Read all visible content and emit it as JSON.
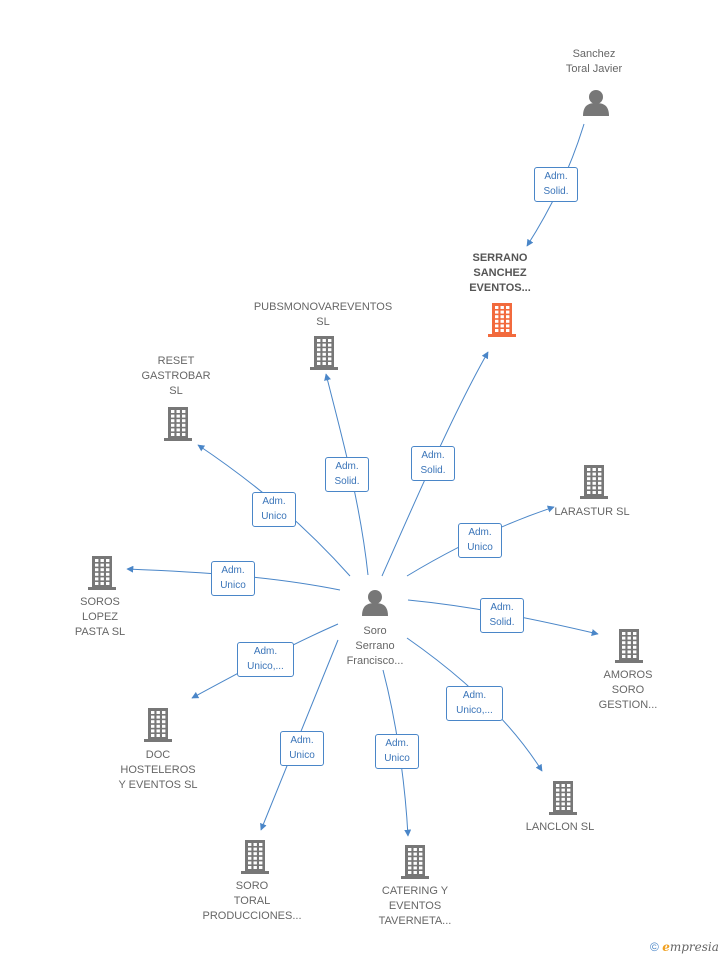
{
  "center": {
    "label": "Soro\nSerrano\nFrancisco..."
  },
  "companies": [
    {
      "id": "sanchez",
      "label": "Sanchez\nToral Javier",
      "kind": "person"
    },
    {
      "id": "serrano",
      "label": "SERRANO\nSANCHEZ\nEVENTOS...",
      "kind": "company-highlight"
    },
    {
      "id": "pubsmono",
      "label": "PUBSMONOVAREVENTOS\nSL",
      "kind": "company"
    },
    {
      "id": "reset",
      "label": "RESET\nGASTROBAR\nSL",
      "kind": "company"
    },
    {
      "id": "larastur",
      "label": "LARASTUR SL",
      "kind": "company"
    },
    {
      "id": "soros",
      "label": "SOROS\nLOPEZ\nPASTA SL",
      "kind": "company"
    },
    {
      "id": "amoros",
      "label": "AMOROS\nSORO\nGESTION...",
      "kind": "company"
    },
    {
      "id": "doc",
      "label": "DOC\nHOSTELEROS\nY EVENTOS  SL",
      "kind": "company"
    },
    {
      "id": "lanclon",
      "label": "LANCLON  SL",
      "kind": "company"
    },
    {
      "id": "sorotoral",
      "label": "SORO\nTORAL\nPRODUCCIONES...",
      "kind": "company"
    },
    {
      "id": "catering",
      "label": "CATERING Y\nEVENTOS\nTAVERNETA...",
      "kind": "company"
    }
  ],
  "relations": [
    {
      "id": "r-sanchez",
      "label": "Adm.\nSolid."
    },
    {
      "id": "r-serrano",
      "label": "Adm.\nSolid."
    },
    {
      "id": "r-pubsmono",
      "label": "Adm.\nSolid."
    },
    {
      "id": "r-reset",
      "label": "Adm.\nUnico"
    },
    {
      "id": "r-larastur",
      "label": "Adm.\nUnico"
    },
    {
      "id": "r-soros",
      "label": "Adm.\nUnico"
    },
    {
      "id": "r-amoros",
      "label": "Adm.\nSolid."
    },
    {
      "id": "r-doc",
      "label": "Adm.\nUnico,..."
    },
    {
      "id": "r-lanclon",
      "label": "Adm.\nUnico,..."
    },
    {
      "id": "r-sorotoral",
      "label": "Adm.\nUnico"
    },
    {
      "id": "r-catering",
      "label": "Adm.\nUnico"
    }
  ],
  "colors": {
    "edge": "#4a86c8",
    "icon": "#777777",
    "highlight": "#f26a3d"
  },
  "footer": {
    "copyright": "©",
    "brand_e": "e",
    "brand_rest": "mpresia"
  }
}
